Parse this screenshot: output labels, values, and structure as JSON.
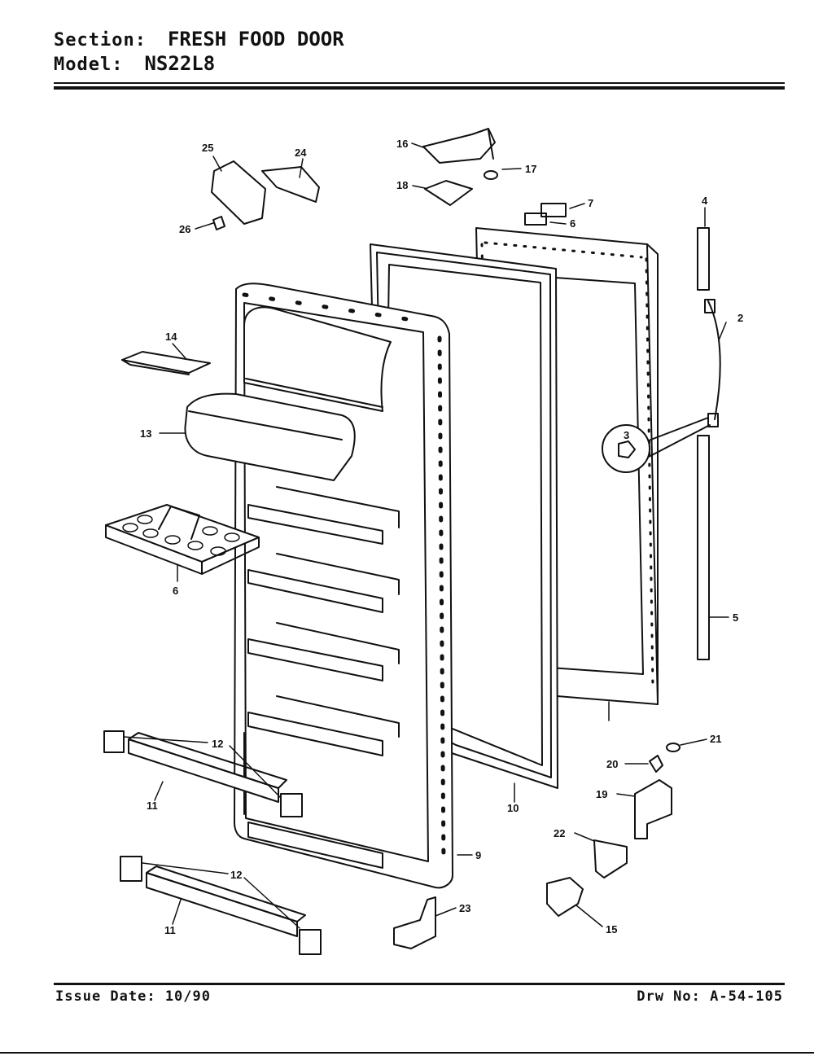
{
  "header": {
    "section_key": "Section:",
    "section_value": "FRESH FOOD DOOR",
    "model_key": "Model:",
    "model_value": "NS22L8"
  },
  "footer": {
    "issue_date": "Issue Date: 10/90",
    "drawing_no": "Drw No: A-54-105"
  },
  "callouts": {
    "c2": "2",
    "c3": "3",
    "c4": "4",
    "c5": "5",
    "c6a": "6",
    "c6b": "6",
    "c7": "7",
    "c9": "9",
    "c10": "10",
    "c11a": "11",
    "c11b": "11",
    "c12a": "12",
    "c12b": "12",
    "c13": "13",
    "c14": "14",
    "c15": "15",
    "c16": "16",
    "c17": "17",
    "c18": "18",
    "c19": "19",
    "c20": "20",
    "c21": "21",
    "c22": "22",
    "c23": "23",
    "c24": "24",
    "c25": "25",
    "c26": "26"
  }
}
